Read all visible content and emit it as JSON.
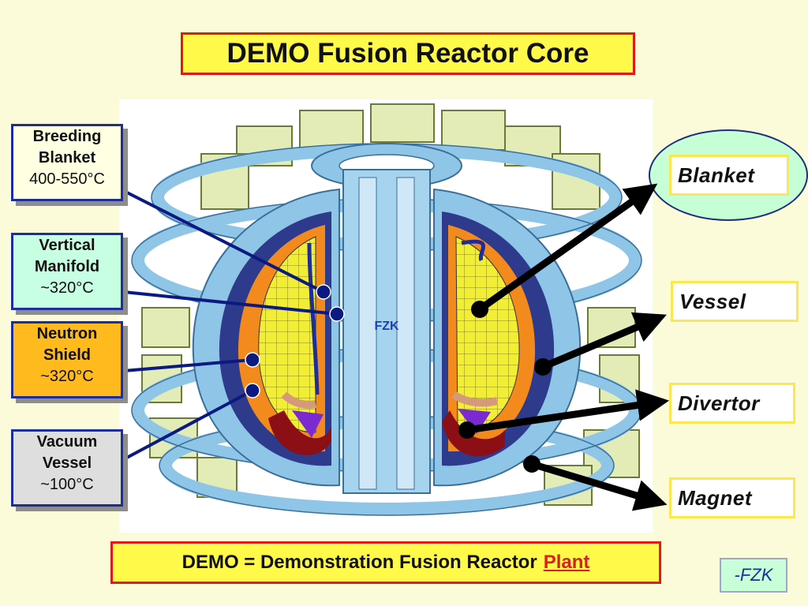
{
  "title": "DEMO Fusion Reactor Core",
  "callouts_left": [
    {
      "bold": [
        "Breeding",
        "Blanket"
      ],
      "normal": "400-550°C"
    },
    {
      "bold": [
        "Vertical",
        "Manifold"
      ],
      "normal": "~320°C"
    },
    {
      "bold": [
        "Neutron",
        "Shield"
      ],
      "normal": "~320°C"
    },
    {
      "bold": [
        "Vacuum",
        "Vessel"
      ],
      "normal": "~100°C"
    }
  ],
  "labels_right": [
    "Blanket",
    "Vessel",
    "Divertor",
    "Magnet"
  ],
  "center_logo": "FZK",
  "footer": {
    "text": "DEMO = Demonstration Fusion Reactor",
    "highlight": "Plant"
  },
  "credit": "-FZK",
  "colors": {
    "coil": "#8fc6e8",
    "coil_edge": "#3a6f9a",
    "pedestal": "#e3ecb7",
    "blanket": "#f2ee35",
    "manifold": "#f28a1d",
    "vessel_inner": "#222d8a",
    "divertor": "#7a2ad0",
    "arrow": "#000000",
    "leader": "#0b1a80"
  }
}
